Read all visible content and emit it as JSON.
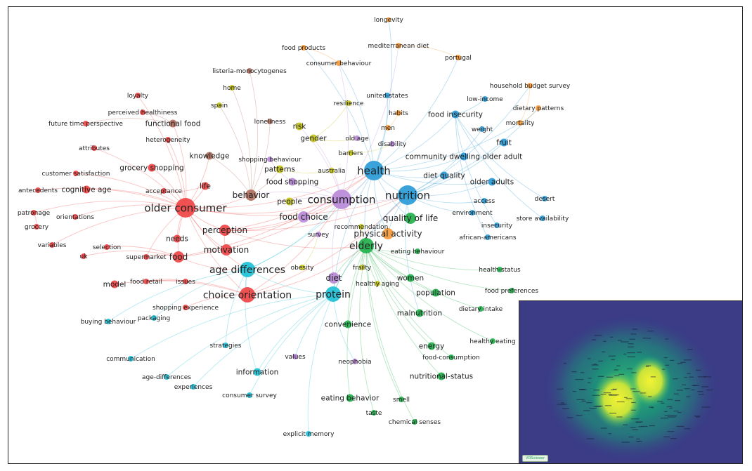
{
  "figure": {
    "badge_text": "VOSviewer",
    "colors": {
      "red": "#ef4444",
      "brown": "#b07060",
      "olive": "#c4c417",
      "orange": "#f59a3a",
      "blue": "#2a9bd6",
      "purple": "#b98ad8",
      "green": "#22b14c",
      "cyan": "#1ec0d6"
    },
    "density_colors": [
      "#3b3b86",
      "#1f8a7a",
      "#2eb872",
      "#c9e33a",
      "#f3f334"
    ]
  },
  "nodes": [
    {
      "id": "longevity",
      "label": "longevity",
      "c": "orange",
      "s": 0
    },
    {
      "id": "food_products",
      "label": "food products",
      "c": "orange",
      "s": 1
    },
    {
      "id": "mediterranean_diet",
      "label": "mediterranean diet",
      "c": "orange",
      "s": 1
    },
    {
      "id": "portugal",
      "label": "portugal",
      "c": "orange",
      "s": 1
    },
    {
      "id": "consumer_behaviour",
      "label": "consumer behaviour",
      "c": "orange",
      "s": 1
    },
    {
      "id": "household_budget_survey",
      "label": "household budget survey",
      "c": "orange",
      "s": 1
    },
    {
      "id": "dietary_patterns",
      "label": "dietary patterns",
      "c": "orange",
      "s": 1
    },
    {
      "id": "mortality",
      "label": "mortality",
      "c": "orange",
      "s": 1
    },
    {
      "id": "physical_activity",
      "label": "physical activity",
      "c": "orange",
      "s": 3
    },
    {
      "id": "listeria",
      "label": "listeria-monocytogenes",
      "c": "brown",
      "s": 1
    },
    {
      "id": "home",
      "label": "home",
      "c": "olive",
      "s": 1
    },
    {
      "id": "spain",
      "label": "spain",
      "c": "olive",
      "s": 1
    },
    {
      "id": "loyalty",
      "label": "loyalty",
      "c": "red",
      "s": 1
    },
    {
      "id": "perceived_healthiness",
      "label": "perceived healthiness",
      "c": "red",
      "s": 1
    },
    {
      "id": "future_time_perspective",
      "label": "future time perspective",
      "c": "red",
      "s": 1
    },
    {
      "id": "functional_food",
      "label": "functional food",
      "c": "brown",
      "s": 2
    },
    {
      "id": "heterogeneity",
      "label": "heterogeneity",
      "c": "red",
      "s": 1
    },
    {
      "id": "attributes",
      "label": "attributes",
      "c": "red",
      "s": 1
    },
    {
      "id": "knowledge",
      "label": "knowledge",
      "c": "brown",
      "s": 2
    },
    {
      "id": "grocery_shopping",
      "label": "grocery shopping",
      "c": "red",
      "s": 2
    },
    {
      "id": "customer_satisfaction",
      "label": "customer satisfaction",
      "c": "red",
      "s": 1
    },
    {
      "id": "cognitive_age",
      "label": "cognitive age",
      "c": "red",
      "s": 2
    },
    {
      "id": "antecedents",
      "label": "antecedents",
      "c": "red",
      "s": 1
    },
    {
      "id": "acceptance",
      "label": "acceptance",
      "c": "red",
      "s": 1
    },
    {
      "id": "life",
      "label": "life",
      "c": "red",
      "s": 2
    },
    {
      "id": "older_consumer",
      "label": "older consumer",
      "c": "red",
      "s": 5
    },
    {
      "id": "patronage",
      "label": "patronage",
      "c": "red",
      "s": 1
    },
    {
      "id": "orientations",
      "label": "orientations",
      "c": "red",
      "s": 1
    },
    {
      "id": "grocery",
      "label": "grocery",
      "c": "red",
      "s": 1
    },
    {
      "id": "variables",
      "label": "variables",
      "c": "red",
      "s": 1
    },
    {
      "id": "needs",
      "label": "needs",
      "c": "red",
      "s": 2
    },
    {
      "id": "perception",
      "label": "perception",
      "c": "red",
      "s": 3
    },
    {
      "id": "selection",
      "label": "selection",
      "c": "red",
      "s": 1
    },
    {
      "id": "uk",
      "label": "uk",
      "c": "red",
      "s": 1
    },
    {
      "id": "supermarket",
      "label": "supermarket",
      "c": "red",
      "s": 1
    },
    {
      "id": "food",
      "label": "food",
      "c": "red",
      "s": 3
    },
    {
      "id": "motivation",
      "label": "motivation",
      "c": "red",
      "s": 3
    },
    {
      "id": "model",
      "label": "model",
      "c": "red",
      "s": 2
    },
    {
      "id": "food_retail",
      "label": "food retail",
      "c": "red",
      "s": 1
    },
    {
      "id": "issues",
      "label": "issues",
      "c": "red",
      "s": 1
    },
    {
      "id": "age_differences",
      "label": "age differences",
      "c": "cyan",
      "s": 4
    },
    {
      "id": "choice_orientation",
      "label": "choice orientation",
      "c": "red",
      "s": 4
    },
    {
      "id": "shopping_experience",
      "label": "shopping experience",
      "c": "red",
      "s": 1
    },
    {
      "id": "buying_behaviour",
      "label": "buying behaviour",
      "c": "cyan",
      "s": 1
    },
    {
      "id": "packaging",
      "label": "packaging",
      "c": "cyan",
      "s": 1
    },
    {
      "id": "communication",
      "label": "communication",
      "c": "cyan",
      "s": 1
    },
    {
      "id": "strategies",
      "label": "strategies",
      "c": "cyan",
      "s": 1
    },
    {
      "id": "age_differences2",
      "label": "age-differences",
      "c": "cyan",
      "s": 1
    },
    {
      "id": "experiences",
      "label": "experiences",
      "c": "cyan",
      "s": 1
    },
    {
      "id": "information",
      "label": "information",
      "c": "cyan",
      "s": 2
    },
    {
      "id": "consumer_survey",
      "label": "consumer survey",
      "c": "cyan",
      "s": 1
    },
    {
      "id": "explicit_memory",
      "label": "explicit memory",
      "c": "cyan",
      "s": 1
    },
    {
      "id": "values",
      "label": "values",
      "c": "purple",
      "s": 1
    },
    {
      "id": "neophobia",
      "label": "neophobia",
      "c": "purple",
      "s": 1
    },
    {
      "id": "behavior",
      "label": "behavior",
      "c": "brown",
      "s": 3
    },
    {
      "id": "loneliness",
      "label": "loneliness",
      "c": "brown",
      "s": 1
    },
    {
      "id": "risk",
      "label": "risk",
      "c": "olive",
      "s": 2
    },
    {
      "id": "gender",
      "label": "gender",
      "c": "olive",
      "s": 2
    },
    {
      "id": "resilience",
      "label": "resilience",
      "c": "olive",
      "s": 1
    },
    {
      "id": "shopping_behaviour",
      "label": "shopping behaviour",
      "c": "purple",
      "s": 1
    },
    {
      "id": "patterns",
      "label": "patterns",
      "c": "olive",
      "s": 2
    },
    {
      "id": "australia",
      "label": "australia",
      "c": "olive",
      "s": 1
    },
    {
      "id": "food_shopping",
      "label": "food shopping",
      "c": "purple",
      "s": 2
    },
    {
      "id": "people",
      "label": "people",
      "c": "olive",
      "s": 2
    },
    {
      "id": "consumption",
      "label": "consumption",
      "c": "purple",
      "s": 5
    },
    {
      "id": "food_choice",
      "label": "food choice",
      "c": "purple",
      "s": 3
    },
    {
      "id": "survey",
      "label": "survey",
      "c": "purple",
      "s": 1
    },
    {
      "id": "obesity",
      "label": "obesity",
      "c": "olive",
      "s": 1
    },
    {
      "id": "diet",
      "label": "diet",
      "c": "purple",
      "s": 3
    },
    {
      "id": "frailty",
      "label": "frailty",
      "c": "olive",
      "s": 1
    },
    {
      "id": "healthy_aging",
      "label": "healthy aging",
      "c": "olive",
      "s": 1
    },
    {
      "id": "protein",
      "label": "protein",
      "c": "cyan",
      "s": 4
    },
    {
      "id": "recommendation",
      "label": "recommendation",
      "c": "olive",
      "s": 1
    },
    {
      "id": "elderly",
      "label": "elderly",
      "c": "green",
      "s": 4
    },
    {
      "id": "old_age",
      "label": "old age",
      "c": "purple",
      "s": 1
    },
    {
      "id": "barriers",
      "label": "barriers",
      "c": "olive",
      "s": 1
    },
    {
      "id": "disability",
      "label": "disability",
      "c": "purple",
      "s": 1
    },
    {
      "id": "men",
      "label": "men",
      "c": "orange",
      "s": 1
    },
    {
      "id": "habits",
      "label": "habits",
      "c": "orange",
      "s": 1
    },
    {
      "id": "health",
      "label": "health",
      "c": "blue",
      "s": 5
    },
    {
      "id": "united_states",
      "label": "united-states",
      "c": "blue",
      "s": 1
    },
    {
      "id": "food_insecurity",
      "label": "food insecurity",
      "c": "blue",
      "s": 2
    },
    {
      "id": "low_income",
      "label": "low-income",
      "c": "blue",
      "s": 1
    },
    {
      "id": "weight",
      "label": "weight",
      "c": "blue",
      "s": 1
    },
    {
      "id": "fruit",
      "label": "fruit",
      "c": "blue",
      "s": 2
    },
    {
      "id": "community_dwelling",
      "label": "community dwelling older adult",
      "c": "blue",
      "s": 2
    },
    {
      "id": "diet_quality",
      "label": "diet quality",
      "c": "blue",
      "s": 2
    },
    {
      "id": "nutrition",
      "label": "nutrition",
      "c": "blue",
      "s": 5
    },
    {
      "id": "older_adults",
      "label": "older adults",
      "c": "blue",
      "s": 2
    },
    {
      "id": "desert",
      "label": "desert",
      "c": "blue",
      "s": 1
    },
    {
      "id": "access",
      "label": "access",
      "c": "blue",
      "s": 1
    },
    {
      "id": "environment",
      "label": "environment",
      "c": "blue",
      "s": 1
    },
    {
      "id": "store_availability",
      "label": "store availability",
      "c": "blue",
      "s": 1
    },
    {
      "id": "insecurity",
      "label": "insecurity",
      "c": "blue",
      "s": 1
    },
    {
      "id": "african_americans",
      "label": "african-americans",
      "c": "blue",
      "s": 1
    },
    {
      "id": "quality_of_life",
      "label": "quality of life",
      "c": "green",
      "s": 3
    },
    {
      "id": "eating_behaviour",
      "label": "eating behaviour",
      "c": "green",
      "s": 1
    },
    {
      "id": "women",
      "label": "women",
      "c": "green",
      "s": 2
    },
    {
      "id": "population",
      "label": "population",
      "c": "green",
      "s": 2
    },
    {
      "id": "health_status",
      "label": "health-status",
      "c": "green",
      "s": 1
    },
    {
      "id": "food_preferences",
      "label": "food preferences",
      "c": "green",
      "s": 1
    },
    {
      "id": "dietary_intake",
      "label": "dietary intake",
      "c": "green",
      "s": 1
    },
    {
      "id": "malnutrition",
      "label": "malnutrition",
      "c": "green",
      "s": 2
    },
    {
      "id": "convenience",
      "label": "convenience",
      "c": "green",
      "s": 2
    },
    {
      "id": "energy",
      "label": "energy",
      "c": "green",
      "s": 2
    },
    {
      "id": "healthy_eating",
      "label": "healthy eating",
      "c": "green",
      "s": 1
    },
    {
      "id": "food_consumption",
      "label": "food-consumption",
      "c": "green",
      "s": 1
    },
    {
      "id": "nutritional_status",
      "label": "nutritional-status",
      "c": "green",
      "s": 2
    },
    {
      "id": "eating_behavior",
      "label": "eating behavior",
      "c": "green",
      "s": 2
    },
    {
      "id": "smell",
      "label": "smell",
      "c": "green",
      "s": 1
    },
    {
      "id": "taste",
      "label": "taste",
      "c": "green",
      "s": 1
    },
    {
      "id": "chemical_senses",
      "label": "chemical senses",
      "c": "green",
      "s": 1
    }
  ],
  "edges": [
    [
      "older_consumer",
      "perception"
    ],
    [
      "older_consumer",
      "food"
    ],
    [
      "older_consumer",
      "life"
    ],
    [
      "older_consumer",
      "behavior"
    ],
    [
      "older_consumer",
      "consumption"
    ],
    [
      "older_consumer",
      "age_differences"
    ],
    [
      "older_consumer",
      "choice_orientation"
    ],
    [
      "older_consumer",
      "grocery_shopping"
    ],
    [
      "older_consumer",
      "cognitive_age"
    ],
    [
      "older_consumer",
      "customer_satisfaction"
    ],
    [
      "older_consumer",
      "patronage"
    ],
    [
      "older_consumer",
      "orientations"
    ],
    [
      "older_consumer",
      "loyalty"
    ],
    [
      "older_consumer",
      "knowledge"
    ],
    [
      "older_consumer",
      "functional_food"
    ],
    [
      "older_consumer",
      "health"
    ],
    [
      "older_consumer",
      "nutrition"
    ],
    [
      "older_consumer",
      "motivation"
    ],
    [
      "older_consumer",
      "needs"
    ],
    [
      "older_consumer",
      "attributes"
    ],
    [
      "older_consumer",
      "heterogeneity"
    ],
    [
      "older_consumer",
      "antecedents"
    ],
    [
      "older_consumer",
      "variables"
    ],
    [
      "older_consumer",
      "supermarket"
    ],
    [
      "perception",
      "consumption"
    ],
    [
      "perception",
      "health"
    ],
    [
      "perception",
      "motivation"
    ],
    [
      "perception",
      "food_choice"
    ],
    [
      "perception",
      "elderly"
    ],
    [
      "perception",
      "nutrition"
    ],
    [
      "food",
      "consumption"
    ],
    [
      "food",
      "health"
    ],
    [
      "food",
      "supermarket"
    ],
    [
      "food",
      "age_differences"
    ],
    [
      "food",
      "selection"
    ],
    [
      "food",
      "uk"
    ],
    [
      "age_differences",
      "choice_orientation"
    ],
    [
      "age_differences",
      "protein"
    ],
    [
      "age_differences",
      "health"
    ],
    [
      "age_differences",
      "consumption"
    ],
    [
      "age_differences",
      "buying_behaviour"
    ],
    [
      "age_differences",
      "packaging"
    ],
    [
      "age_differences",
      "strategies"
    ],
    [
      "age_differences",
      "information"
    ],
    [
      "choice_orientation",
      "elderly"
    ],
    [
      "choice_orientation",
      "model"
    ],
    [
      "choice_orientation",
      "shopping_experience"
    ],
    [
      "choice_orientation",
      "food_retail"
    ],
    [
      "choice_orientation",
      "consumption"
    ],
    [
      "choice_orientation",
      "nutrition"
    ],
    [
      "consumption",
      "health"
    ],
    [
      "consumption",
      "nutrition"
    ],
    [
      "consumption",
      "elderly"
    ],
    [
      "consumption",
      "food_choice"
    ],
    [
      "consumption",
      "diet"
    ],
    [
      "consumption",
      "behavior"
    ],
    [
      "consumption",
      "people"
    ],
    [
      "consumption",
      "food_shopping"
    ],
    [
      "consumption",
      "risk"
    ],
    [
      "consumption",
      "gender"
    ],
    [
      "consumption",
      "consumer_behaviour"
    ],
    [
      "consumption",
      "mediterranean_diet"
    ],
    [
      "health",
      "nutrition"
    ],
    [
      "health",
      "elderly"
    ],
    [
      "health",
      "united_states"
    ],
    [
      "health",
      "food_insecurity"
    ],
    [
      "health",
      "diet_quality"
    ],
    [
      "health",
      "quality_of_life"
    ],
    [
      "health",
      "physical_activity"
    ],
    [
      "health",
      "community_dwelling"
    ],
    [
      "health",
      "older_adults"
    ],
    [
      "health",
      "protein"
    ],
    [
      "health",
      "mortality"
    ],
    [
      "health",
      "portugal"
    ],
    [
      "health",
      "consumer_behaviour"
    ],
    [
      "health",
      "food_products"
    ],
    [
      "health",
      "longevity"
    ],
    [
      "nutrition",
      "elderly"
    ],
    [
      "nutrition",
      "quality_of_life"
    ],
    [
      "nutrition",
      "older_adults"
    ],
    [
      "nutrition",
      "access"
    ],
    [
      "nutrition",
      "environment"
    ],
    [
      "nutrition",
      "fruit"
    ],
    [
      "nutrition",
      "weight"
    ],
    [
      "nutrition",
      "diet_quality"
    ],
    [
      "nutrition",
      "malnutrition"
    ],
    [
      "nutrition",
      "protein"
    ],
    [
      "nutrition",
      "physical_activity"
    ],
    [
      "nutrition",
      "household_budget_survey"
    ],
    [
      "nutrition",
      "dietary_patterns"
    ],
    [
      "elderly",
      "protein"
    ],
    [
      "elderly",
      "diet"
    ],
    [
      "elderly",
      "women"
    ],
    [
      "elderly",
      "population"
    ],
    [
      "elderly",
      "malnutrition"
    ],
    [
      "elderly",
      "convenience"
    ],
    [
      "elderly",
      "energy"
    ],
    [
      "elderly",
      "nutritional_status"
    ],
    [
      "elderly",
      "eating_behavior"
    ],
    [
      "elderly",
      "healthy_aging"
    ],
    [
      "elderly",
      "frailty"
    ],
    [
      "elderly",
      "eating_behaviour"
    ],
    [
      "elderly",
      "health_status"
    ],
    [
      "elderly",
      "food_preferences"
    ],
    [
      "elderly",
      "dietary_intake"
    ],
    [
      "elderly",
      "smell"
    ],
    [
      "elderly",
      "taste"
    ],
    [
      "elderly",
      "chemical_senses"
    ],
    [
      "elderly",
      "healthy_eating"
    ],
    [
      "elderly",
      "food_consumption"
    ],
    [
      "protein",
      "diet"
    ],
    [
      "protein",
      "information"
    ],
    [
      "protein",
      "explicit_memory"
    ],
    [
      "protein",
      "consumer_survey"
    ],
    [
      "protein",
      "communication"
    ],
    [
      "protein",
      "age_differences2"
    ],
    [
      "protein",
      "experiences"
    ],
    [
      "protein",
      "values"
    ],
    [
      "protein",
      "neophobia"
    ],
    [
      "food_insecurity",
      "low_income"
    ],
    [
      "food_insecurity",
      "insecurity"
    ],
    [
      "food_insecurity",
      "african_americans"
    ],
    [
      "food_insecurity",
      "desert"
    ],
    [
      "food_insecurity",
      "store_availability"
    ],
    [
      "mortality",
      "dietary_patterns"
    ],
    [
      "mortality",
      "household_budget_survey"
    ],
    [
      "portugal",
      "mediterranean_diet"
    ],
    [
      "consumer_behaviour",
      "food_products"
    ],
    [
      "behavior",
      "loneliness"
    ],
    [
      "behavior",
      "listeria"
    ],
    [
      "behavior",
      "home"
    ],
    [
      "behavior",
      "spain"
    ],
    [
      "behavior",
      "knowledge"
    ],
    [
      "behavior",
      "patterns"
    ],
    [
      "shopping_behaviour",
      "food_shopping"
    ],
    [
      "patterns",
      "australia"
    ],
    [
      "gender",
      "resilience"
    ],
    [
      "gender",
      "old_age"
    ],
    [
      "barriers",
      "disability"
    ],
    [
      "men",
      "habits"
    ],
    [
      "functional_food",
      "perceived_healthiness"
    ],
    [
      "functional_food",
      "future_time_perspective"
    ],
    [
      "acceptance",
      "life"
    ],
    [
      "grocery",
      "patronage"
    ],
    [
      "issues",
      "food_retail"
    ],
    [
      "obesity",
      "survey"
    ],
    [
      "recommendation",
      "elderly"
    ]
  ]
}
